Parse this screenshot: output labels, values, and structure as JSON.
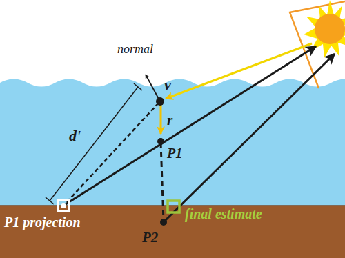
{
  "diagram": {
    "labels": [
      "normal",
      "v",
      "r",
      "d'",
      "P1",
      "P1 projection",
      "P2",
      "final estimate"
    ]
  }
}
